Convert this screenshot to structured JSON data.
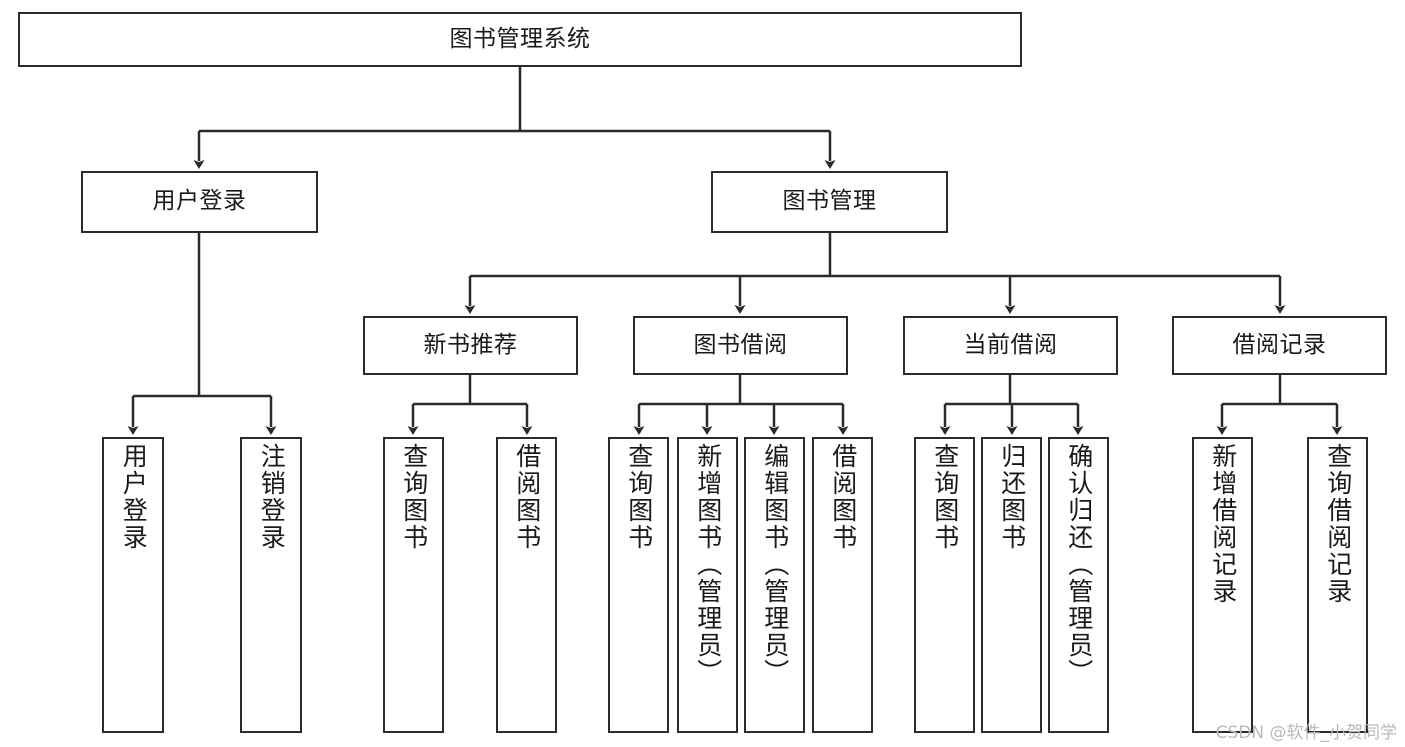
{
  "diagram": {
    "title": "图书管理系统",
    "type": "tree-hierarchy-diagram",
    "watermark": "CSDN @软件_小贺同学",
    "colors": {
      "box_border": "#2b2b2b",
      "box_fill": "#ffffff",
      "edge": "#2b2b2b",
      "text": "#1a1a1a",
      "watermark": "#b9b9b9"
    }
  },
  "nodes": {
    "root": {
      "label": "图书管理系统"
    },
    "level2": [
      {
        "label": "用户登录"
      },
      {
        "label": "图书管理"
      }
    ],
    "level3": [
      {
        "label": "新书推荐"
      },
      {
        "label": "图书借阅"
      },
      {
        "label": "当前借阅"
      },
      {
        "label": "借阅记录"
      }
    ],
    "leaves": {
      "user_login": [
        {
          "label": "用户登录"
        },
        {
          "label": "注销登录"
        }
      ],
      "new_book_recommend": [
        {
          "label": "查询图书"
        },
        {
          "label": "借阅图书"
        }
      ],
      "book_borrow": [
        {
          "label": "查询图书"
        },
        {
          "label": "新增图书（管理员）"
        },
        {
          "label": "编辑图书（管理员）"
        },
        {
          "label": "借阅图书"
        }
      ],
      "current_borrow": [
        {
          "label": "查询图书"
        },
        {
          "label": "归还图书"
        },
        {
          "label": "确认归还（管理员）"
        }
      ],
      "borrow_record": [
        {
          "label": "新增借阅记录"
        },
        {
          "label": "查询借阅记录"
        }
      ]
    }
  }
}
